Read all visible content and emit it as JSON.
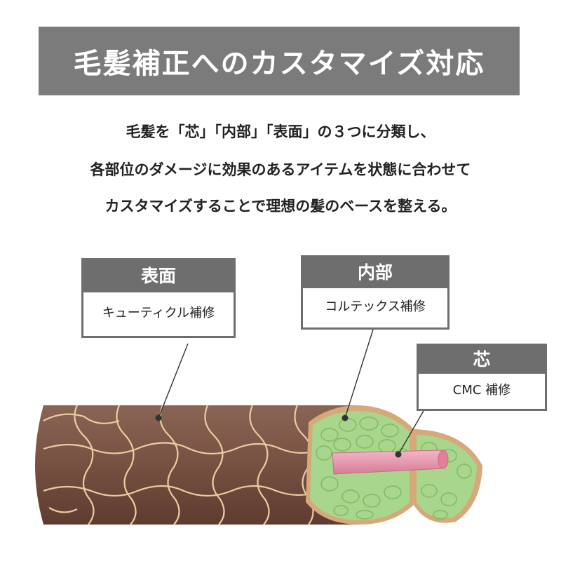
{
  "title": "毛髪補正へのカスタマイズ対応",
  "description": {
    "line1": "毛髪を「芯」「内部」「表面」の３つに分類し、",
    "line2": "各部位のダメージに効果のあるアイテムを状態に合わせて",
    "line3": "カスタマイズすることで理想の髪のベースを整える。"
  },
  "labels": {
    "surface": {
      "head": "表面",
      "body": "キューティクル補修"
    },
    "inner": {
      "head": "内部",
      "body": "コルテックス補修"
    },
    "core": {
      "head": "芯",
      "body": "CMC 補修"
    }
  },
  "colors": {
    "title_bg": "#7b7b7b",
    "hair_brown": "#7a5446",
    "cuticle_line": "#e6c89a",
    "cortex_green": "#a5d58a",
    "core_pink": "#e590a8"
  }
}
